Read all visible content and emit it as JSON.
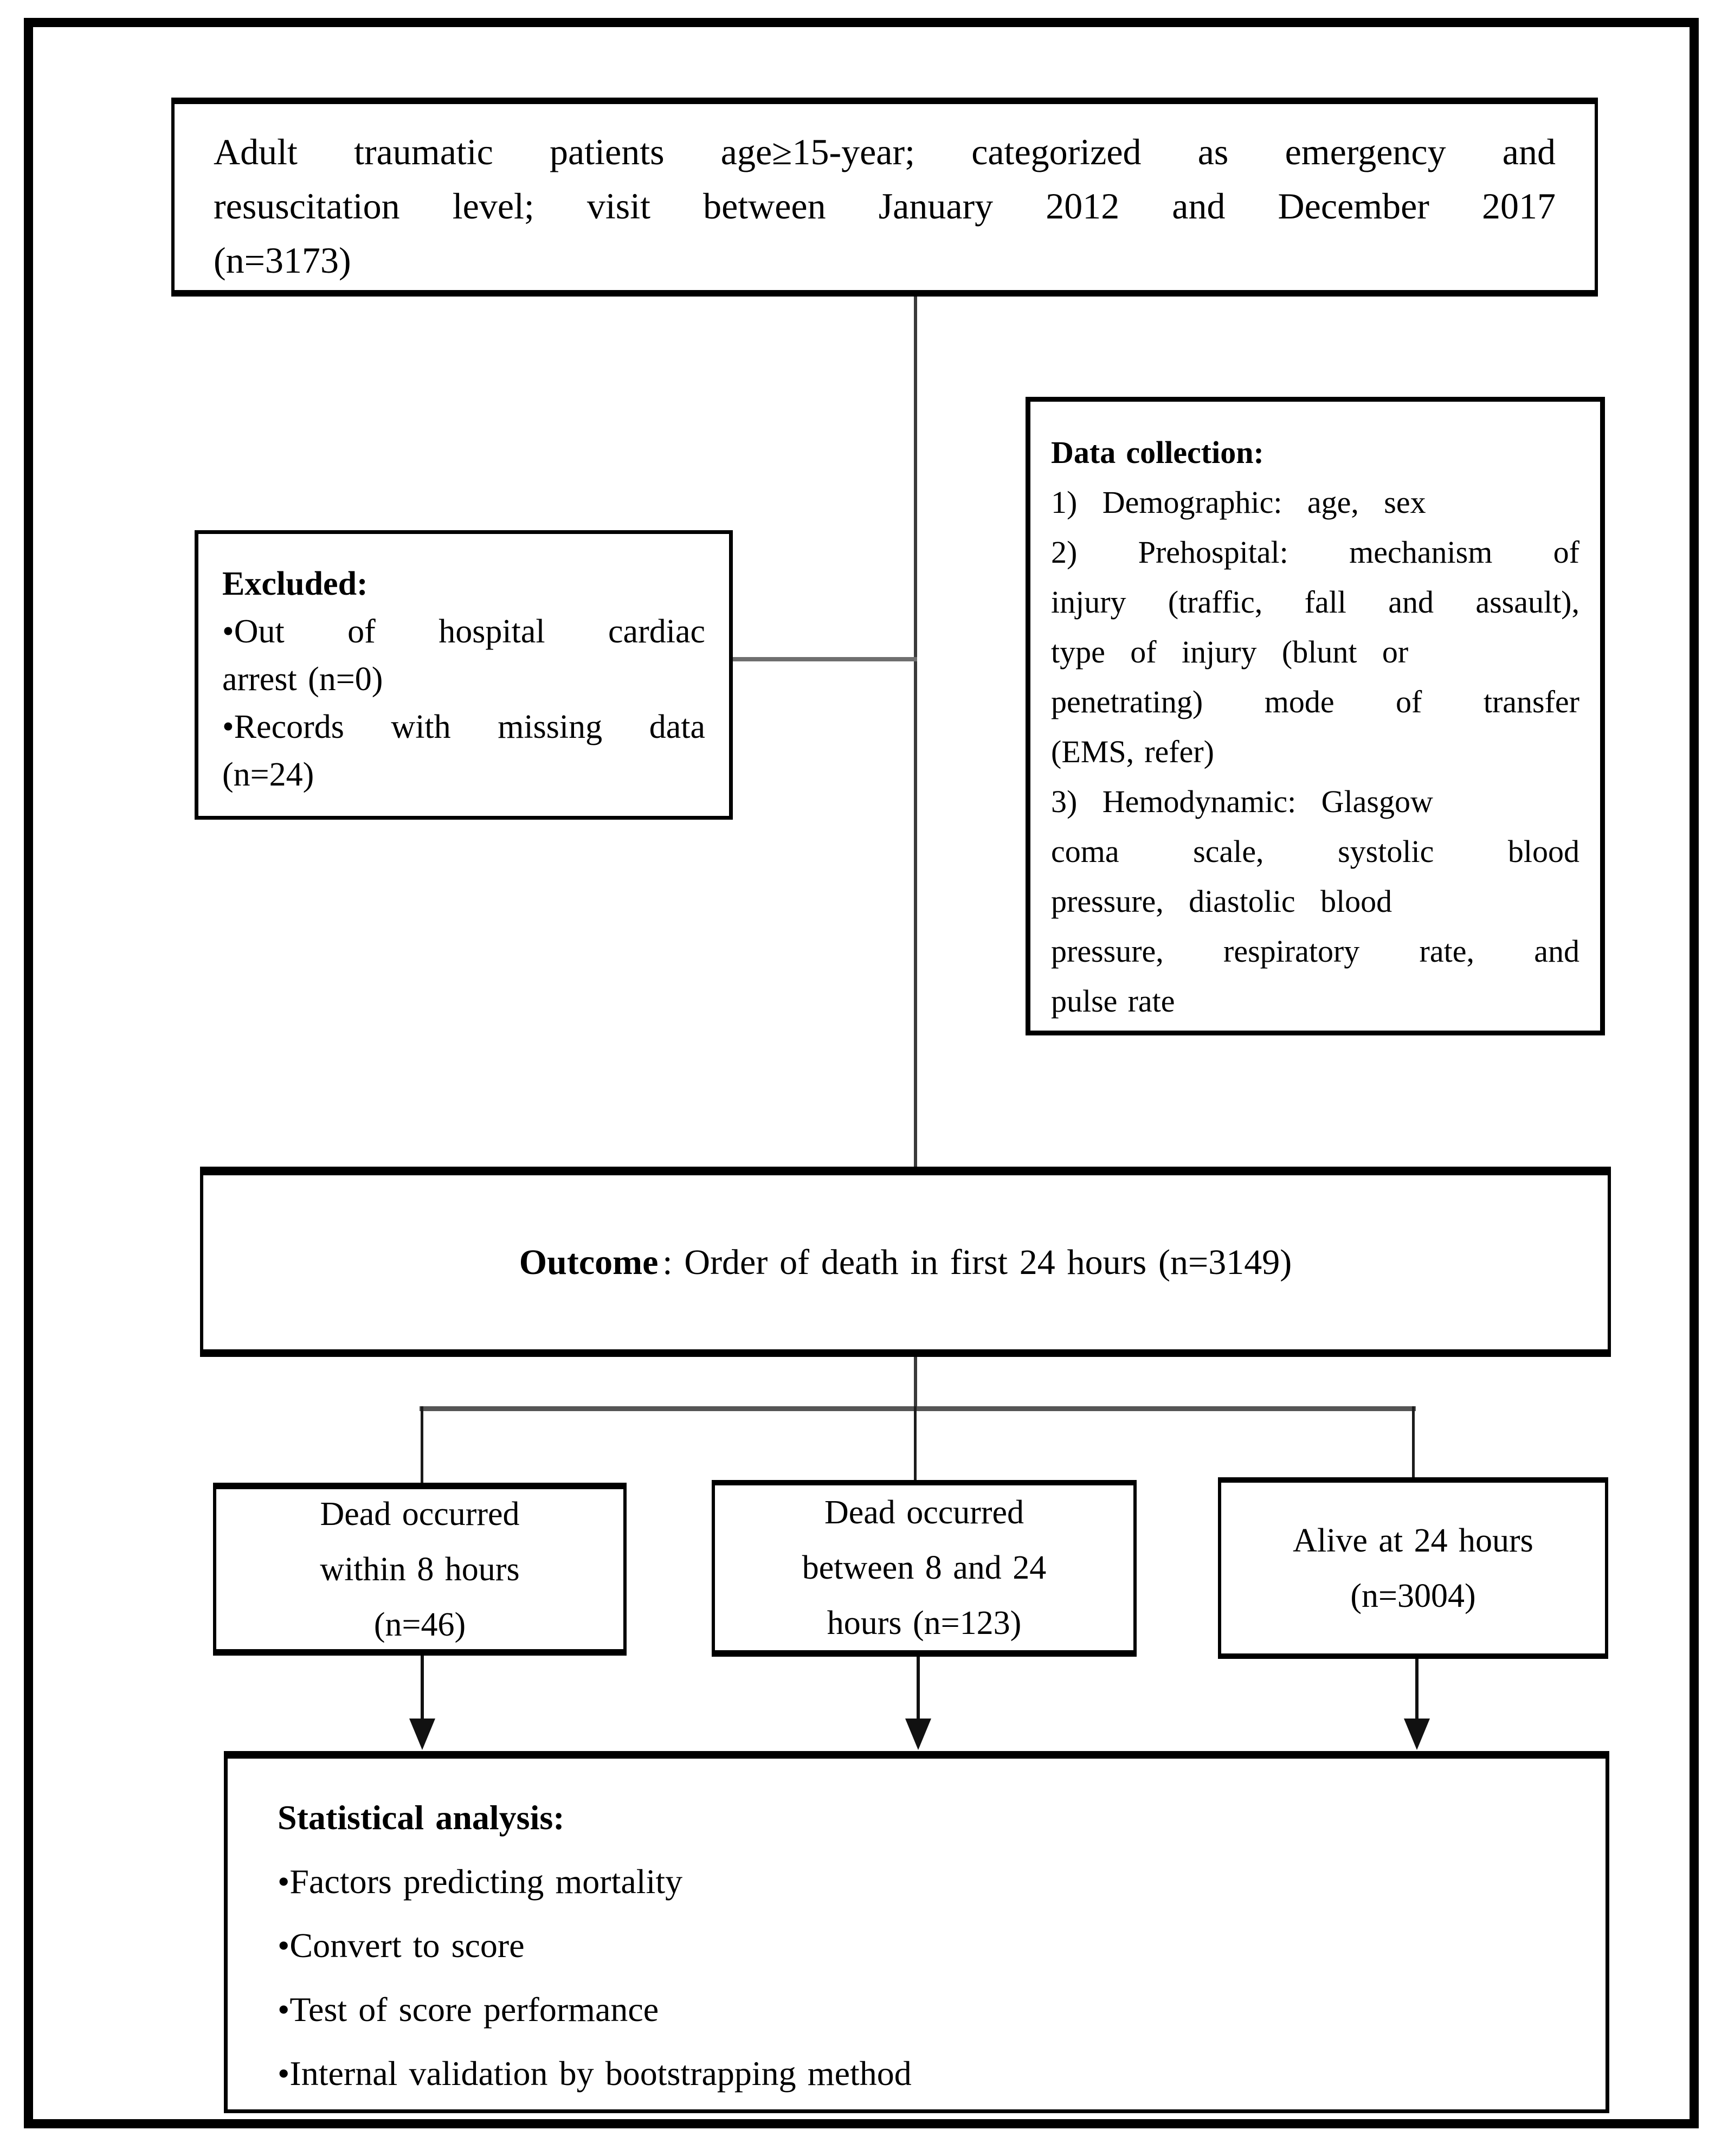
{
  "colors": {
    "background": "#ffffff",
    "box_border": "#000000",
    "text": "#000000",
    "connector_gray": "#6f6f6f",
    "connector_black": "#1c1c1c"
  },
  "enrollment_box": {
    "lines": [
      "Adult traumatic patients age≥15-year; categorized as emergency and",
      "resuscitation level; visit between January 2012 and December 2017",
      "(n=3173)"
    ]
  },
  "excluded_box": {
    "lines": [
      "Excluded:",
      "•Out of hospital cardiac",
      "arrest (n=0)",
      "•Records with missing data",
      "(n=24)"
    ]
  },
  "data_collection_box": {
    "lines": [
      "Data collection:",
      "1) Demographic: age, sex",
      "2) Prehospital: mechanism of",
      "injury (traffic, fall and assault),",
      "type of injury (blunt or",
      "penetrating) mode of transfer",
      "(EMS, refer)",
      "3) Hemodynamic: Glasgow",
      "coma scale, systolic blood",
      "pressure, diastolic blood",
      "pressure, respiratory rate, and",
      "pulse rate"
    ]
  },
  "outcome_box": {
    "title": "Outcome",
    "text": ": Order of death in first 24 hours (n=3149)"
  },
  "branch_boxes": [
    {
      "lines": [
        "Dead occurred",
        "within 8 hours",
        "(n=46)"
      ]
    },
    {
      "lines": [
        "Dead occurred",
        "between 8 and 24",
        "hours (n=123)"
      ]
    },
    {
      "lines": [
        "Alive at 24 hours",
        "(n=3004)"
      ]
    }
  ],
  "statistical_box": {
    "lines": [
      "Statistical analysis:",
      "•Factors predicting mortality",
      "•Convert to score",
      "•Test of score performance",
      "•Internal validation by bootstrapping method"
    ]
  }
}
